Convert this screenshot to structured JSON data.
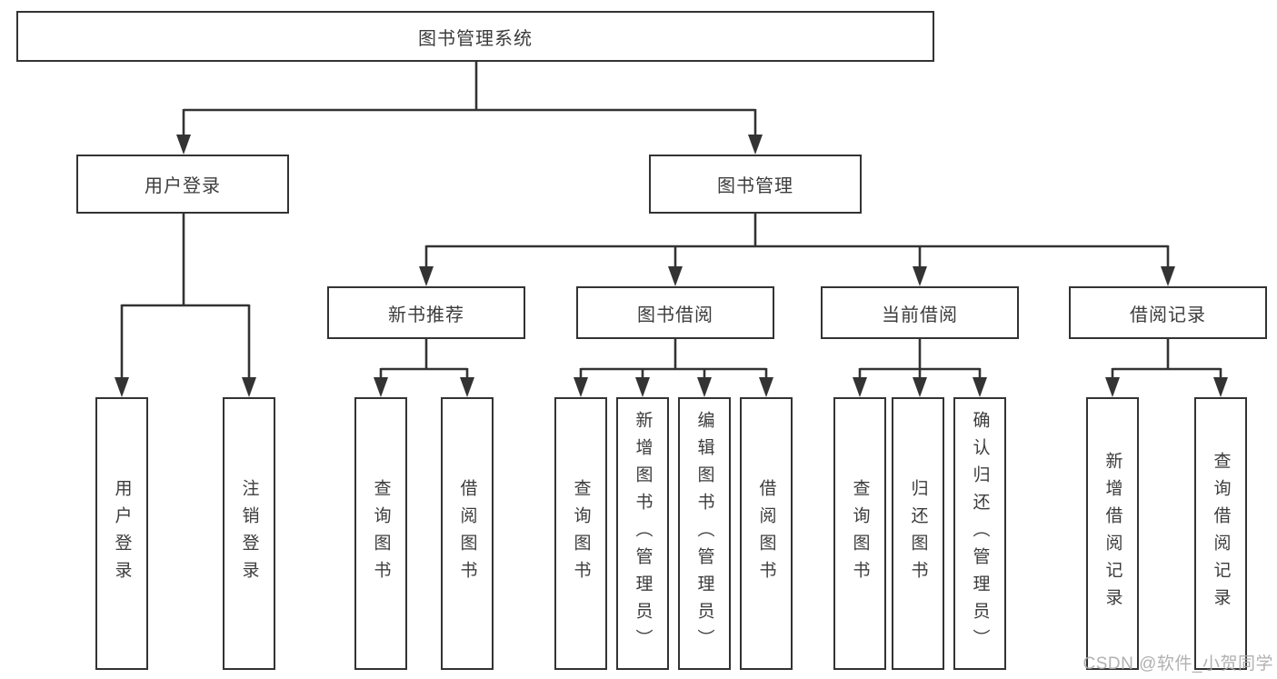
{
  "diagram": {
    "root": {
      "label": "图书管理系统"
    },
    "level2": [
      {
        "id": "user-login-branch",
        "label": "用户登录"
      },
      {
        "id": "book-management",
        "label": "图书管理"
      }
    ],
    "level3": [
      {
        "id": "new-book-recommend",
        "label": "新书推荐"
      },
      {
        "id": "book-borrow",
        "label": "图书借阅"
      },
      {
        "id": "current-borrow",
        "label": "当前借阅"
      },
      {
        "id": "borrow-records",
        "label": "借阅记录"
      }
    ],
    "leaves": [
      {
        "parent": "user-login-branch",
        "label": "用户登录"
      },
      {
        "parent": "user-login-branch",
        "label": "注销登录"
      },
      {
        "parent": "new-book-recommend",
        "label": "查询图书"
      },
      {
        "parent": "new-book-recommend",
        "label": "借阅图书"
      },
      {
        "parent": "book-borrow",
        "label": "查询图书"
      },
      {
        "parent": "book-borrow",
        "label": "新增图书（管理员）"
      },
      {
        "parent": "book-borrow",
        "label": "编辑图书（管理员）"
      },
      {
        "parent": "book-borrow",
        "label": "借阅图书"
      },
      {
        "parent": "current-borrow",
        "label": "查询图书"
      },
      {
        "parent": "current-borrow",
        "label": "归还图书"
      },
      {
        "parent": "current-borrow",
        "label": "确认归还（管理员）"
      },
      {
        "parent": "borrow-records",
        "label": "新增借阅记录"
      },
      {
        "parent": "borrow-records",
        "label": "查询借阅记录"
      }
    ]
  },
  "watermark": "CSDN @软件_小贺同学",
  "colors": {
    "line": "#333333",
    "text": "#3c3c3c",
    "background": "#ffffff",
    "watermark": "#a8a8a8"
  }
}
